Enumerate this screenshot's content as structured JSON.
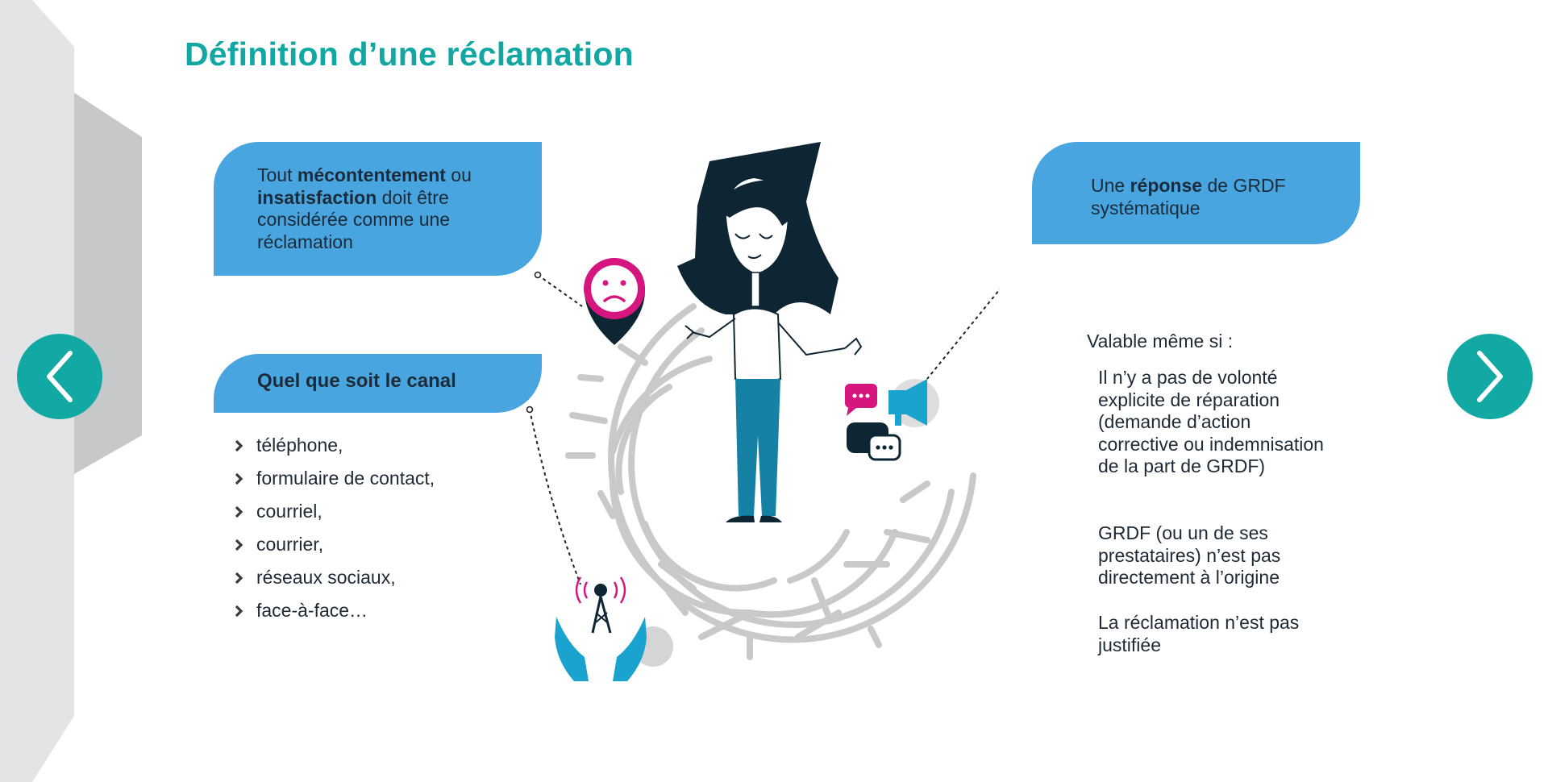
{
  "page": {
    "title": "Définition d’une réclamation"
  },
  "navigation": {
    "previous_icon": "chevron-left-icon",
    "next_icon": "chevron-right-icon"
  },
  "cards": {
    "dissatisfaction": {
      "part1": "Tout ",
      "bold1": "mécontentement",
      "part2": " ou ",
      "bold2": "insatisfaction",
      "part3": " doit être considérée comme une réclamation"
    },
    "channel": {
      "label": "Quel que soit le canal"
    },
    "response": {
      "part1": "Une ",
      "bold1": "réponse",
      "part2": " de GRDF systématique"
    }
  },
  "channels": [
    "téléphone,",
    "formulaire de contact,",
    "courriel,",
    "courrier,",
    "réseaux sociaux,",
    "face-à-face…"
  ],
  "conditions": {
    "heading": "Valable même si :",
    "items": [
      "Il n’y a pas de volonté explicite de réparation (demande d’action corrective ou indemnisation de la part de GRDF)",
      "GRDF (ou un de ses prestataires) n’est pas directement à l’origine",
      "La réclamation n’est pas justifiée"
    ]
  },
  "illustration": {
    "icons": [
      "sad-face-pin-icon",
      "megaphone-chat-icon",
      "antenna-hands-icon",
      "woman-character",
      "maze"
    ]
  },
  "colors": {
    "title": "#12a7a3",
    "nav": "#12a9a4",
    "card": "#49a5e0",
    "magenta": "#d6157f",
    "cyan": "#1aa3cf",
    "dark": "#0e2633"
  }
}
